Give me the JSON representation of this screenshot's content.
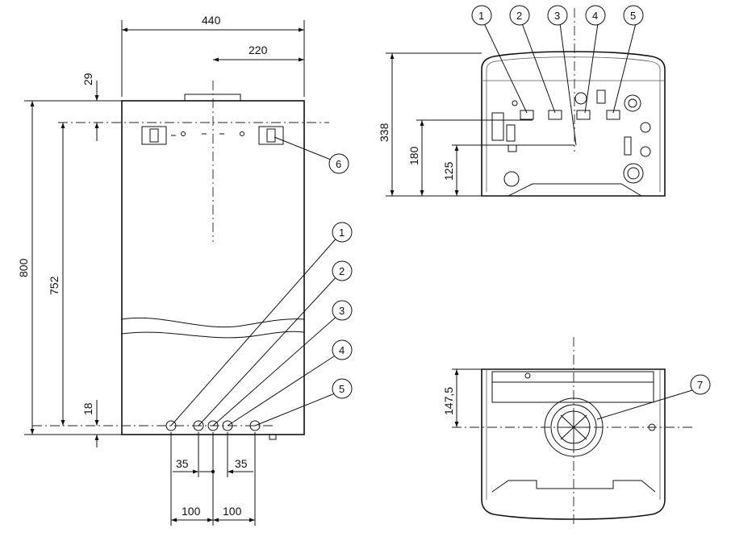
{
  "front_view": {
    "dim_width": "440",
    "dim_half_width": "220",
    "dim_top_offset": "29",
    "dim_height": "800",
    "dim_mount_height": "752",
    "dim_bottom_offset": "18",
    "dim_spacing_left": "35",
    "dim_spacing_right": "35",
    "dim_outer_left": "100",
    "dim_outer_right": "100",
    "callouts": [
      "1",
      "2",
      "3",
      "4",
      "5",
      "6"
    ]
  },
  "top_view": {
    "dim_depth": "338",
    "dim_180": "180",
    "dim_125": "125",
    "callouts": [
      "1",
      "2",
      "3",
      "4",
      "5"
    ]
  },
  "bottom_view": {
    "dim_flue": "147,5",
    "callouts": [
      "7"
    ]
  }
}
